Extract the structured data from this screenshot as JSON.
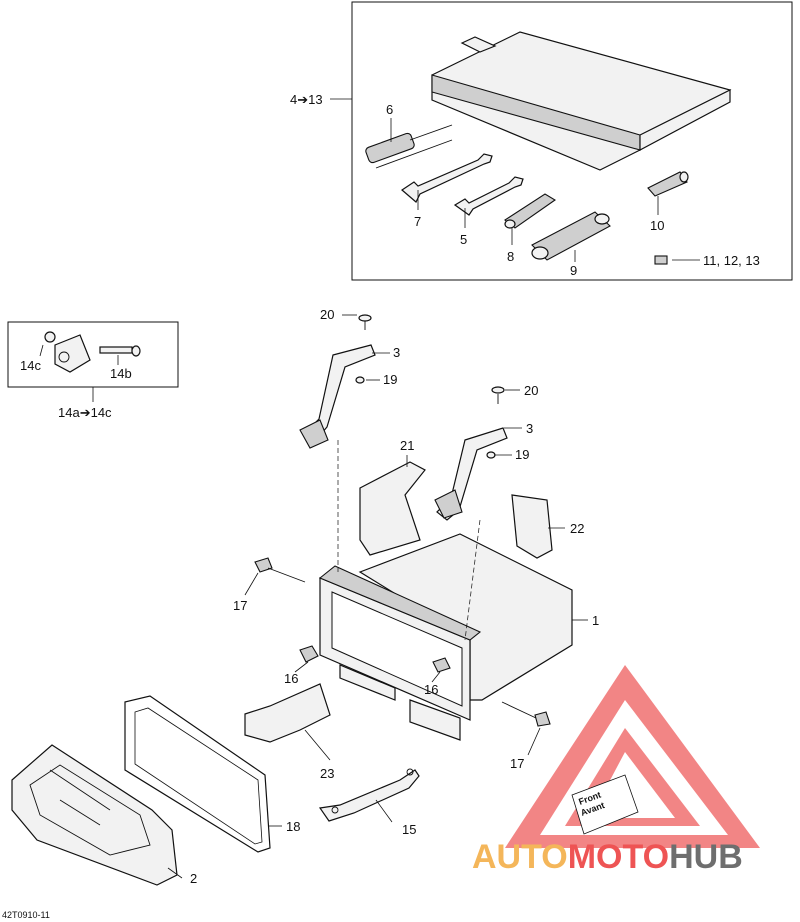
{
  "diagram": {
    "callouts": {
      "c1": "1",
      "c2": "2",
      "c3a": "3",
      "c3b": "3",
      "c4_13": "4➔13",
      "c5": "5",
      "c6": "6",
      "c7": "7",
      "c8": "8",
      "c9": "9",
      "c10": "10",
      "c11_13": "11, 12, 13",
      "c14a_c": "14a➔14c",
      "c14b": "14b",
      "c14c": "14c",
      "c15": "15",
      "c16a": "16",
      "c16b": "16",
      "c17a": "17",
      "c17b": "17",
      "c18": "18",
      "c19a": "19",
      "c19b": "19",
      "c20a": "20",
      "c20b": "20",
      "c21": "21",
      "c22": "22",
      "c23": "23"
    },
    "front_tag": {
      "line1": "Front",
      "line2": "Avant"
    },
    "figure_code": "42T0910-11",
    "watermark": {
      "part1": "AUTO",
      "part2": "MOTO",
      "part3": "HUB"
    },
    "colors": {
      "watermark_orange": "#f4b65a",
      "watermark_red": "#ee5454",
      "watermark_gray": "#6e6e6e"
    }
  }
}
